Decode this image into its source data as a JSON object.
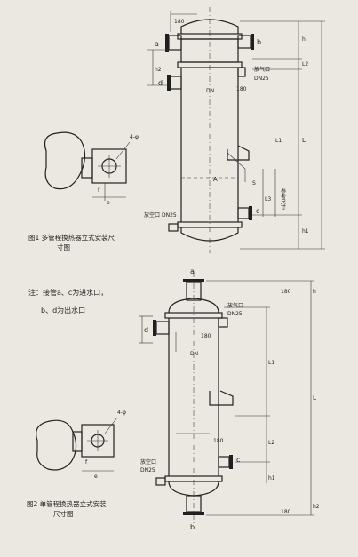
{
  "figure1": {
    "caption_l1": "图1  多管程换热器立式安装尺",
    "caption_l2": "寸图",
    "labels": {
      "nozzle_a": "a",
      "nozzle_b": "b",
      "nozzle_c": "c",
      "nozzle_d": "d",
      "dim_top_width": "180",
      "dim_left_width": "180",
      "shell_label": "DN",
      "vent_label": "放气口",
      "vent_size": "DN25",
      "drain_label": "放空口",
      "drain_size": "DN25",
      "marker_A": "A",
      "dim_L": "L",
      "dim_h": "h",
      "dim_L1": "L1",
      "dim_L2": "L2",
      "dim_L3": "L3",
      "dim_S": "S",
      "dim_h1": "h1",
      "dim_h2": "h2",
      "right_note": "参考尺寸",
      "bracket_hole": "4-φ",
      "bracket_e": "e",
      "bracket_f": "f"
    }
  },
  "notes": {
    "line1": "注：接管a、c为进水口，",
    "line2": "b、d为出水口"
  },
  "figure2": {
    "caption_l1": "图2  单管程换热器立式安装",
    "caption_l2": "尺寸图",
    "labels": {
      "nozzle_a": "a",
      "nozzle_b": "b",
      "nozzle_c": "c",
      "nozzle_d": "d",
      "vent_label": "放气口",
      "vent_size": "DN25",
      "drain_label": "放空口",
      "drain_size": "DN25",
      "dim_180_top": "180",
      "dim_180_bot": "180",
      "shell_label": "DN",
      "dim_L": "L",
      "dim_L1": "L1",
      "dim_L2": "L2",
      "dim_h": "h",
      "dim_h1": "h1",
      "dim_h2": "h2",
      "dim_top": "180",
      "dim_bottom": "180",
      "bracket_hole": "4-φ",
      "bracket_e": "e",
      "bracket_f": "f"
    }
  },
  "colors": {
    "paper": "#ebe8e1",
    "ink": "#222222"
  }
}
